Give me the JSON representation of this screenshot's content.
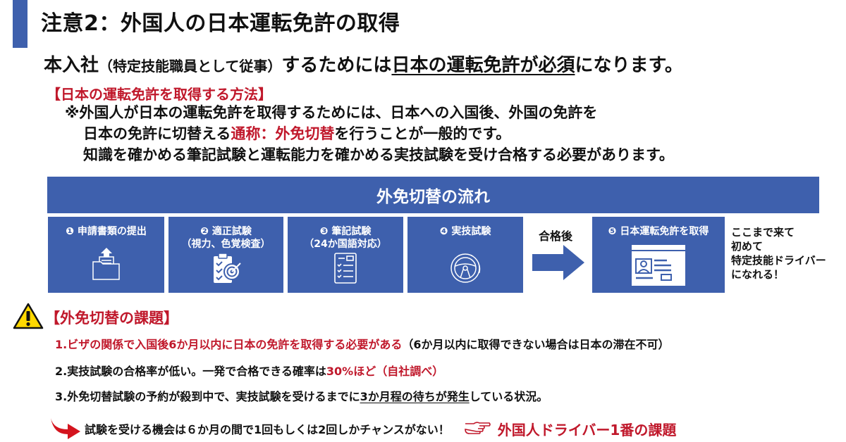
{
  "header": {
    "title": "注意2：外国人の日本運転免許の取得"
  },
  "lead": {
    "prefix": "本入社",
    "paren": "（特定技能職員として従事）",
    "middle": "するためには",
    "underlined": "日本の運転免許が必須",
    "suffix": "になります。"
  },
  "method": {
    "heading": "【日本の運転免許を取得する方法】",
    "line1": "※外国人が日本の運転免許を取得するためには、日本への入国後、外国の免許を",
    "line2_prefix": "日本の免許に切替える",
    "line2_highlight": "通称：外免切替",
    "line2_suffix": "を行うことが一般的です。",
    "line3": "知識を確かめる筆記試験と運転能力を確かめる実技試験を受け合格する必要があります。"
  },
  "flow": {
    "title": "外免切替の流れ",
    "steps": [
      {
        "label": "❶ 申請書類の提出",
        "sub": "",
        "icon": "folder-upload-icon"
      },
      {
        "label": "❷ 適正試験",
        "sub": "（視力、色覚検査）",
        "icon": "clipboard-target-icon"
      },
      {
        "label": "❸ 筆記試験",
        "sub": "（24か国語対応）",
        "icon": "checklist-icon"
      },
      {
        "label": "❹ 実技試験",
        "sub": "",
        "icon": "steering-wheel-icon"
      },
      {
        "label": "❺ 日本運転免許を取得",
        "sub": "",
        "icon": "id-card-icon"
      }
    ],
    "arrow_label": "合格後",
    "final_note": [
      "ここまで来て",
      "初めて",
      "特定技能ドライバー",
      "になれる！"
    ]
  },
  "issues": {
    "heading": "【外免切替の課題】",
    "items": [
      {
        "red": "1.ビザの関係で入国後6か月以内に日本の免許を取得する必要がある",
        "black": "（6か月以内に取得できない場合は日本の滞在不可）"
      },
      {
        "prefix": "2.実技試験の合格率が低い。一発で合格できる確率は",
        "red": "30%ほど（自社調べ）"
      },
      {
        "prefix": "3.外免切替試験の予約が殺到中で、実技試験を受けるまでに",
        "underlined": "3か月程の待ちが発生",
        "suffix": "している状況。"
      }
    ]
  },
  "bottom": {
    "message": "試験を受ける機会は６か月の間で1回もしくは2回しかチャンスがない！",
    "highlight": "外国人ドライバー1番の課題"
  },
  "colors": {
    "accent_blue": "#3e60ad",
    "red": "#c0182b",
    "warning_yellow": "#ffd800"
  }
}
